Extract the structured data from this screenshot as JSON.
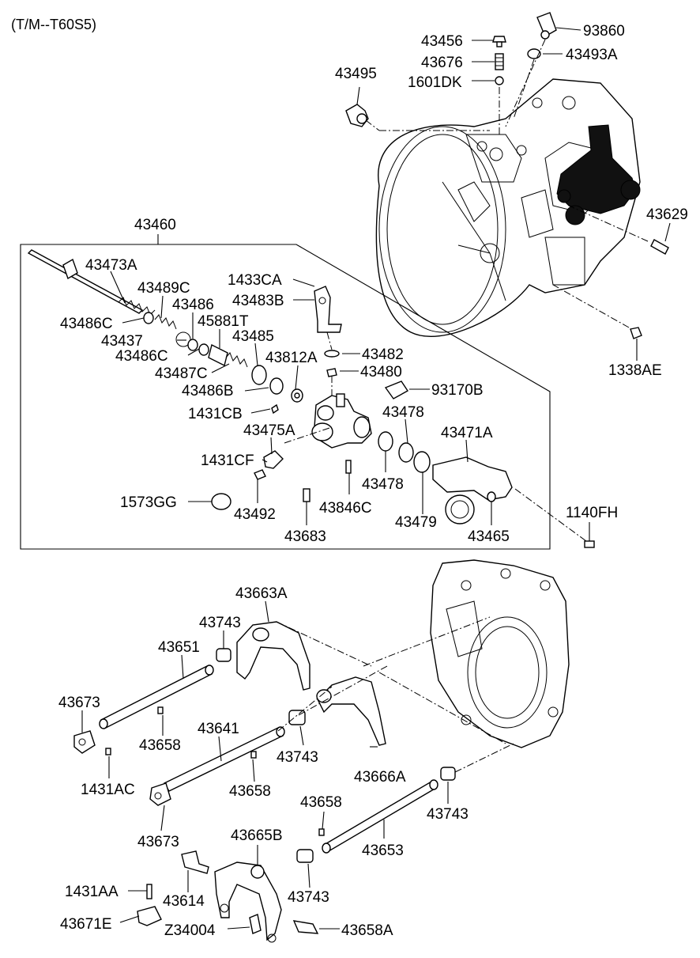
{
  "header": {
    "model_code": "(T/M--T60S5)"
  },
  "labels": {
    "p93860": "93860",
    "p43456": "43456",
    "p43676": "43676",
    "p43493A": "43493A",
    "p1601DK": "1601DK",
    "p43495": "43495",
    "p43629": "43629",
    "p1338AE": "1338AE",
    "p43460": "43460",
    "p43473A": "43473A",
    "p43489C": "43489C",
    "p1433CA": "1433CA",
    "p43483B": "43483B",
    "p43486": "43486",
    "p43486C_a": "43486C",
    "p45881T": "45881T",
    "p43437": "43437",
    "p43486C_b": "43486C",
    "p43485": "43485",
    "p43812A": "43812A",
    "p43482": "43482",
    "p43487C": "43487C",
    "p43480": "43480",
    "p43486B": "43486B",
    "p93170B": "93170B",
    "p1431CB": "1431CB",
    "p43478_a": "43478",
    "p43475A": "43475A",
    "p43471A": "43471A",
    "p1431CF": "1431CF",
    "p43478_b": "43478",
    "p1573GG": "1573GG",
    "p43492": "43492",
    "p43846C": "43846C",
    "p43479": "43479",
    "p43465": "43465",
    "p1140FH": "1140FH",
    "p43683": "43683",
    "p43663A": "43663A",
    "p43743_a": "43743",
    "p43651": "43651",
    "p43673_a": "43673",
    "p43658_a": "43658",
    "p43641": "43641",
    "p43743_b": "43743",
    "p43666A": "43666A",
    "p1431AC": "1431AC",
    "p43658_b": "43658",
    "p43658_c": "43658",
    "p43743_c": "43743",
    "p43673_b": "43673",
    "p43665B": "43665B",
    "p43653": "43653",
    "p1431AA": "1431AA",
    "p43614": "43614",
    "p43743_d": "43743",
    "p43671E": "43671E",
    "pZ34004": "Z34004",
    "p43658A": "43658A"
  }
}
